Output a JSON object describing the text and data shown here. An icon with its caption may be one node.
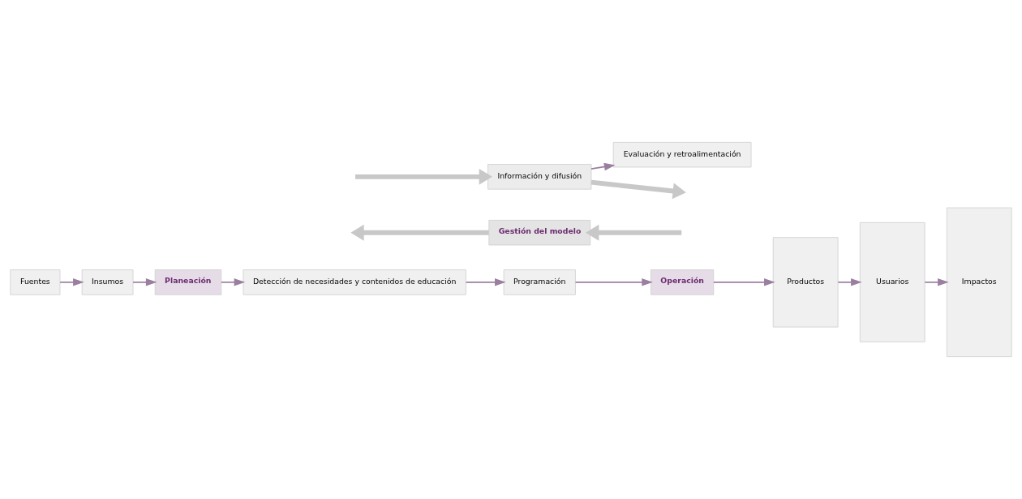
{
  "diagram": {
    "nodes": [
      {
        "text": [
          "Fuentes"
        ]
      },
      {
        "text": [
          "Insumos"
        ]
      },
      {
        "text": [
          "Planeación"
        ]
      },
      {
        "text": [
          "Detección de necesidades y contenidos de educación"
        ]
      },
      {
        "text": [
          "Programación"
        ]
      },
      {
        "text": [
          "Operación"
        ]
      },
      {
        "text": [
          "Productos"
        ]
      },
      {
        "text": [
          "Usuarios"
        ]
      },
      {
        "text": [
          "Impactos"
        ]
      },
      {
        "text": [
          "Gestión del modelo"
        ]
      },
      {
        "text": [
          "Información y difusión"
        ]
      },
      {
        "text": [
          "Evaluación y retroalimentación"
        ]
      }
    ],
    "edges": [
      {
        "from": 0,
        "to": 1,
        "arrow": "to"
      },
      {
        "from": 1,
        "to": 2,
        "arrow": "to"
      },
      {
        "from": 2,
        "to": 3,
        "arrow": "to"
      },
      {
        "from": 3,
        "to": 4,
        "arrow": "to"
      },
      {
        "from": 4,
        "to": 5,
        "arrow": "to"
      },
      {
        "from": 5,
        "to": 6,
        "arrow": "to"
      },
      {
        "from": 6,
        "to": 7,
        "arrow": "to"
      },
      {
        "from": 7,
        "to": 8,
        "arrow": "to"
      },
      {
        "from": 10,
        "to": 11,
        "arrow": "to"
      },
      {
        "from": 9,
        "to": null,
        "arrow": "to",
        "style": "thick",
        "color": "#c8c8c8"
      },
      {
        "from": null,
        "to": 9,
        "arrow": "to",
        "style": "thick",
        "color": "#c8c8c8"
      },
      {
        "from": null,
        "to": 10,
        "arrow": "to",
        "style": "thick",
        "color": "#c8c8c8"
      },
      {
        "from": 10,
        "to": null,
        "arrow": "to",
        "style": "thick",
        "color": "#c8c8c8"
      }
    ]
  }
}
